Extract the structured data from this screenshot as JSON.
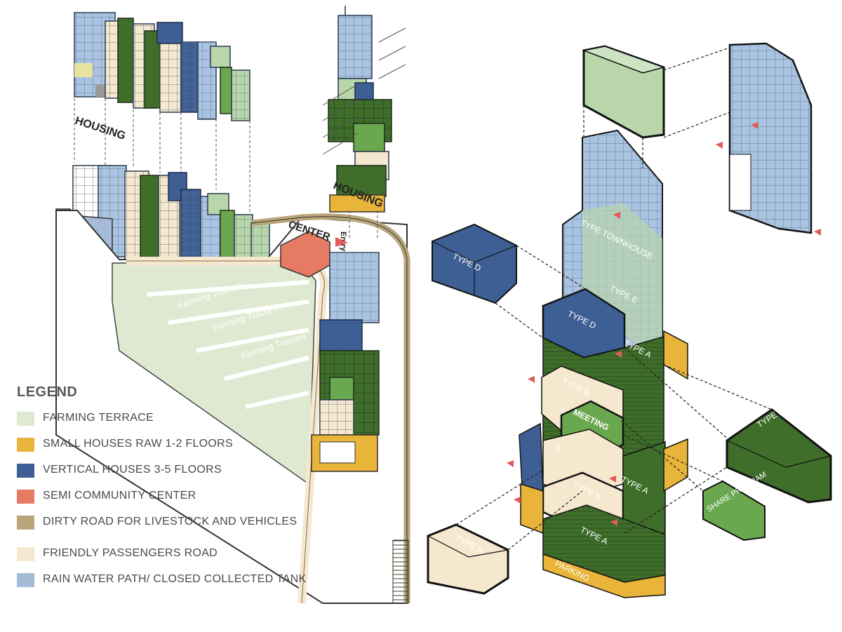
{
  "colors": {
    "farming_terrace": "#dfe9d1",
    "small_houses": "#e8b43a",
    "vertical_houses": "#3e5f93",
    "semi_community": "#e77a62",
    "dirty_road": "#b9a57a",
    "friendly_road": "#f6e8cf",
    "rain_water": "#a5bbd8",
    "light_blue_unit": "#a9c4e3",
    "dark_green_unit": "#3f6e2b",
    "mid_green_unit": "#6aa84f",
    "pale_green_unit": "#b9d6ab"
  },
  "legend": {
    "title": "LEGEND",
    "items": [
      {
        "label": "FARMING TERRACE",
        "color": "#dfe9d1"
      },
      {
        "label": "SMALL HOUSES RAW 1-2 FLOORS",
        "color": "#e8b43a"
      },
      {
        "label": "VERTICAL HOUSES 3-5 FLOORS",
        "color": "#3e5f93"
      },
      {
        "label": "SEMI COMMUNITY CENTER",
        "color": "#e77a62"
      },
      {
        "label": "DIRTY  ROAD FOR LIVESTOCK AND VEHICLES",
        "color": "#b9a57a"
      },
      {
        "label": "FRIENDLY PASSENGERS ROAD",
        "color": "#f6e8cf"
      },
      {
        "label": "RAIN  WATER  PATH/  CLOSED  COLLECTED  TANK",
        "color": "#a5bbd8"
      }
    ]
  },
  "labels": {
    "housing_left": "HOUSING",
    "housing_right": "HOUSING",
    "center": "CENTER",
    "entry": "Entry",
    "farming_1": "Farming Tracces",
    "farming_2": "Farming Tracces",
    "farming_3": "Farming Tracces"
  },
  "types": {
    "type_d": "TYPE D",
    "type_townhouse": "TYPE TOWNHOUSE",
    "type_e": "TYPE E",
    "type_d_stack": "TYPE D",
    "type_a_1": "TYPE A",
    "type_a_2": "TYPE A",
    "type_a_3": "TYPE A",
    "type_a_right": "TYPE A",
    "type_b_1": "TYPE B",
    "type_b_2": "TYPE B",
    "type_b_3": "B",
    "type_b_left": "TYPE B",
    "meeting": "MEETING",
    "share_program": "SHARE PROGRAM",
    "parking": "PARKING"
  }
}
